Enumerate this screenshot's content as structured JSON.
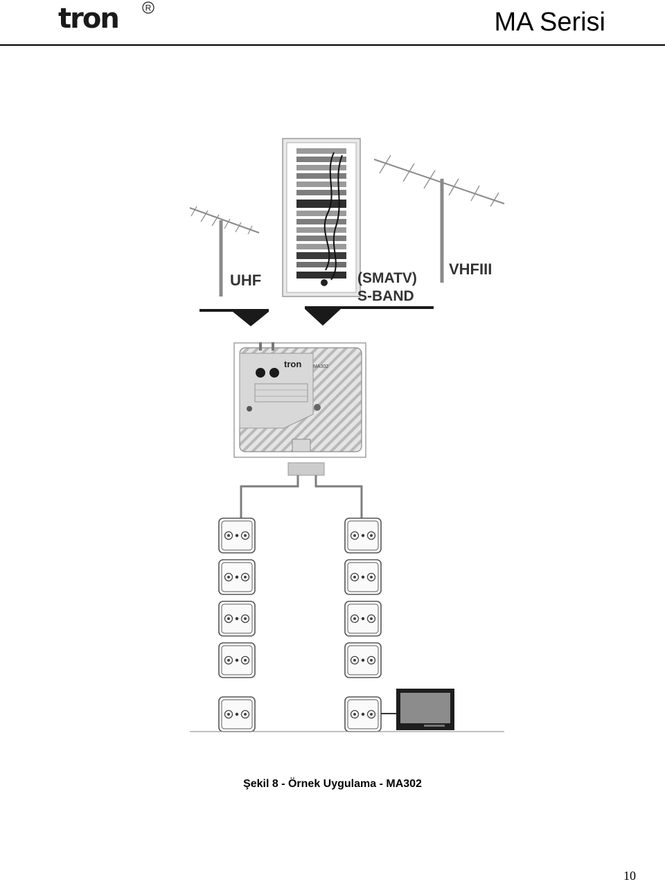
{
  "header": {
    "logo_text": "tron",
    "registered_mark": "R",
    "series_title": "MA Serisi"
  },
  "figure": {
    "labels": {
      "uhf": "UHF",
      "smatv": "(SMATV)",
      "s_band": "S-BAND",
      "vhf": "VHFIII"
    },
    "amplifier_brand": "tron",
    "amplifier_model": "MA302"
  },
  "caption": "Şekil 8 - Örnek Uygulama - MA302",
  "page_number": "10"
}
